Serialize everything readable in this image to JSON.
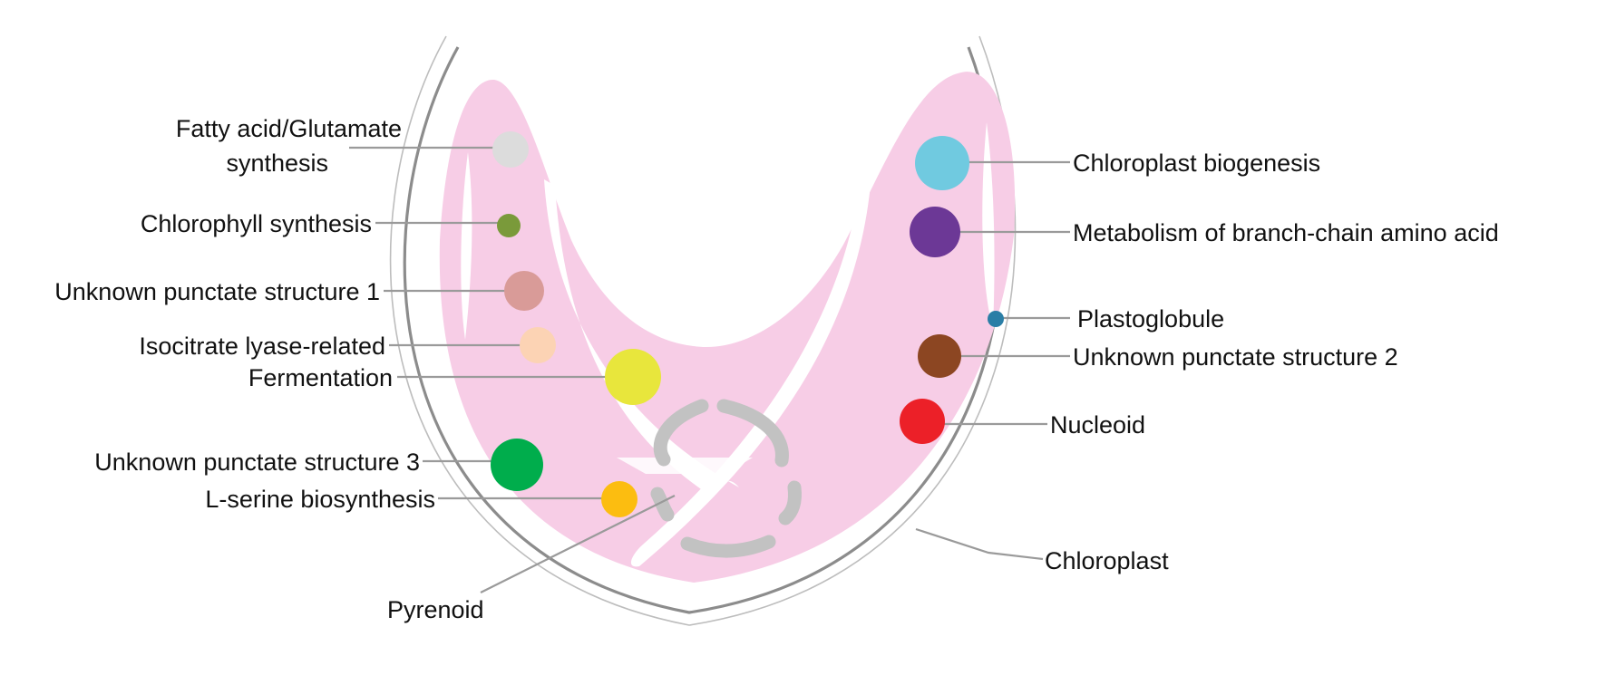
{
  "labels": {
    "fatty_acid_line1": "Fatty acid/Glutamate",
    "fatty_acid_line2": "synthesis",
    "chlorophyll": "Chlorophyll synthesis",
    "unknown1": "Unknown punctate structure 1",
    "isocitrate": "Isocitrate lyase-related",
    "fermentation": "Fermentation",
    "unknown3": "Unknown punctate structure 3",
    "lserine": "L-serine biosynthesis",
    "pyrenoid": "Pyrenoid",
    "chloroplast_biogenesis": "Chloroplast biogenesis",
    "branch_chain": "Metabolism of branch-chain amino acid",
    "plastoglobule": "Plastoglobule",
    "unknown2": "Unknown punctate structure 2",
    "nucleoid": "Nucleoid",
    "chloroplast": "Chloroplast"
  },
  "colors": {
    "fatty_acid": "#dcdcdc",
    "chlorophyll": "#7a9a3a",
    "unknown1": "#d99b98",
    "isocitrate": "#fcd3b4",
    "fermentation": "#e8e63c",
    "unknown3": "#00ad4c",
    "lserine": "#fcbd10",
    "chloroplast_biogenesis": "#70cae0",
    "branch_chain": "#6c3896",
    "plastoglobule": "#2a7ea6",
    "unknown2": "#8c4622",
    "nucleoid": "#ec2028",
    "chloroplast_stroma": "#f7cde6",
    "pyrenoid_sheath": "#c2c2c2"
  }
}
